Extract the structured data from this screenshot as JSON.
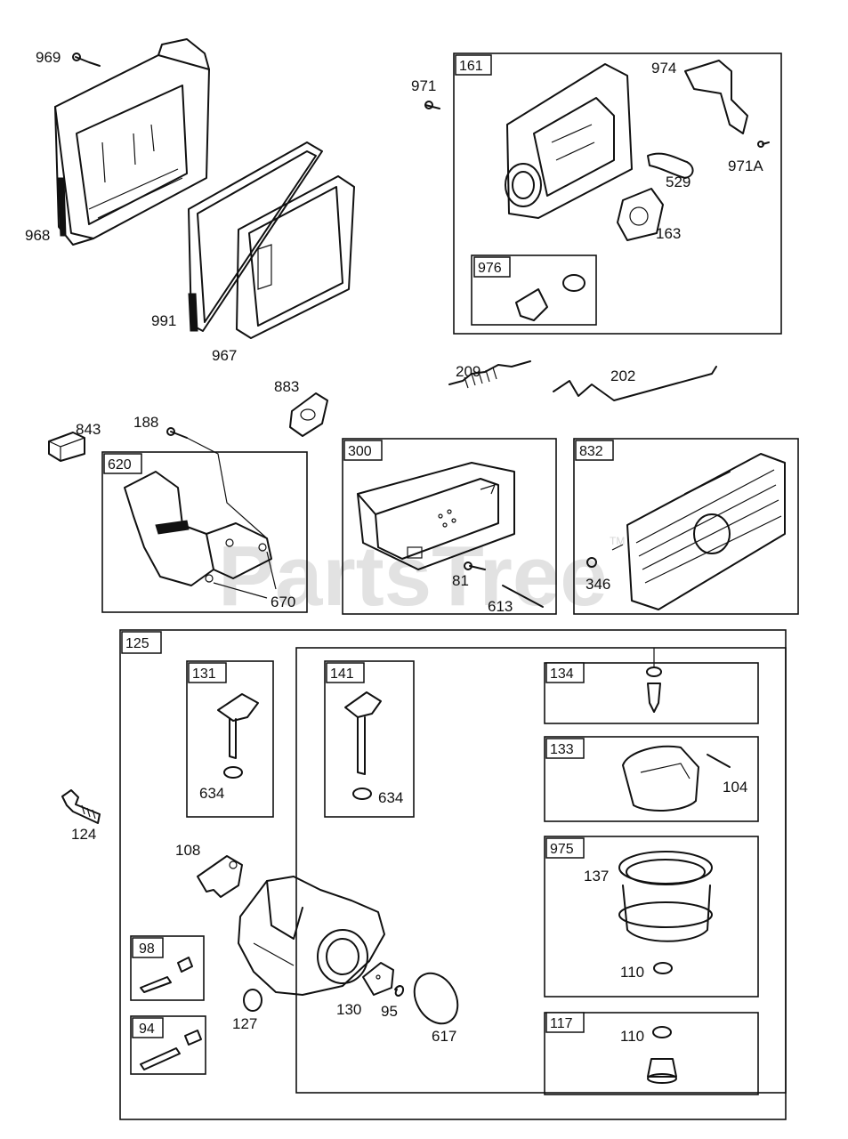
{
  "watermark": {
    "text": "PartsTree",
    "trademark": "TM"
  },
  "callouts": {
    "p969": "969",
    "p968": "968",
    "p991": "991",
    "p967": "967",
    "p971": "971",
    "p974": "974",
    "p971a": "971A",
    "p529": "529",
    "p163": "163",
    "p883": "883",
    "p209": "209",
    "p202": "202",
    "p843": "843",
    "p188": "188",
    "p670": "670",
    "p81": "81",
    "p613": "613",
    "p346": "346",
    "p124": "124",
    "p634a": "634",
    "p634b": "634",
    "p108": "108",
    "p127": "127",
    "p130": "130",
    "p95": "95",
    "p617": "617",
    "p104": "104",
    "p137": "137",
    "p110a": "110",
    "p110b": "110"
  },
  "boxes": {
    "b161": "161",
    "b976": "976",
    "b620": "620",
    "b300": "300",
    "b832": "832",
    "b125": "125",
    "b131": "131",
    "b141": "141",
    "b134": "134",
    "b133": "133",
    "b975": "975",
    "b98": "98",
    "b94": "94",
    "b117": "117"
  }
}
